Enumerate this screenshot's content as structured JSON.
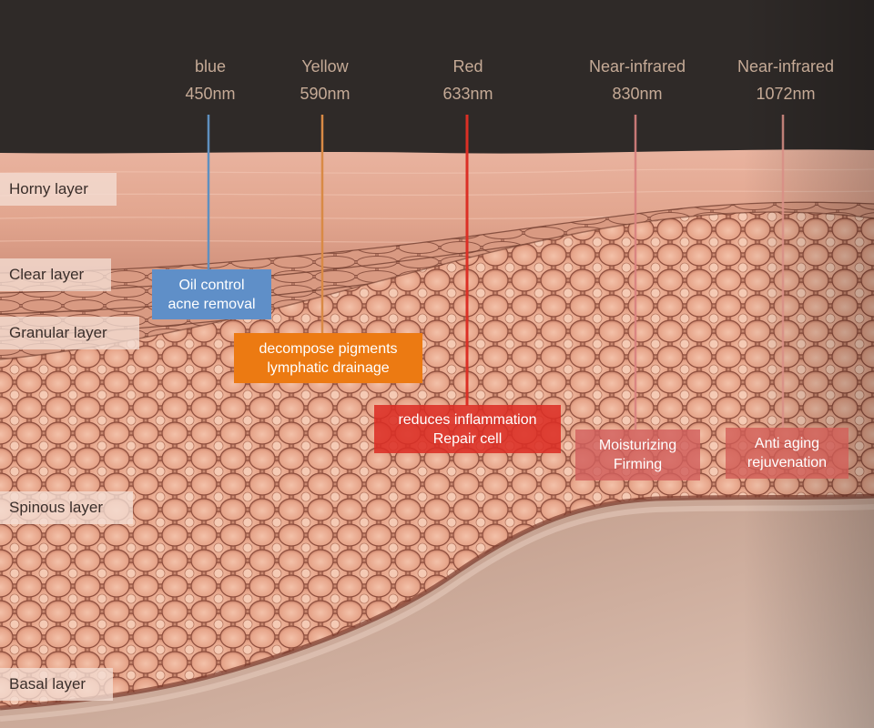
{
  "wavelengths": [
    {
      "name": "blue",
      "nm": "450nm",
      "color": "#5f8fbf"
    },
    {
      "name": "Yellow",
      "nm": "590nm",
      "color": "#d98a45"
    },
    {
      "name": "Red",
      "nm": "633nm",
      "color": "#dc2f25"
    },
    {
      "name": "Near-infrared",
      "nm": "830nm",
      "color": "#d9817f"
    },
    {
      "name": "Near-infrared",
      "nm": "1072nm",
      "color": "#d98f86"
    }
  ],
  "layers": [
    "Horny layer",
    "Clear layer",
    "Granular layer",
    "Spinous layer",
    "Basal layer"
  ],
  "effects": [
    {
      "line1": "Oil control",
      "line2": "acne removal",
      "color": "#5f8fc8"
    },
    {
      "line1": "decompose pigments",
      "line2": "lymphatic drainage",
      "color": "#ec7a12"
    },
    {
      "line1": "reduces inflammation",
      "line2": "Repair cell",
      "color": "#dc2f25"
    },
    {
      "line1": "Moisturizing",
      "line2": "Firming",
      "color": "#d2605e"
    },
    {
      "line1": "Anti aging",
      "line2": "rejuvenation",
      "color": "#d25e58"
    }
  ]
}
